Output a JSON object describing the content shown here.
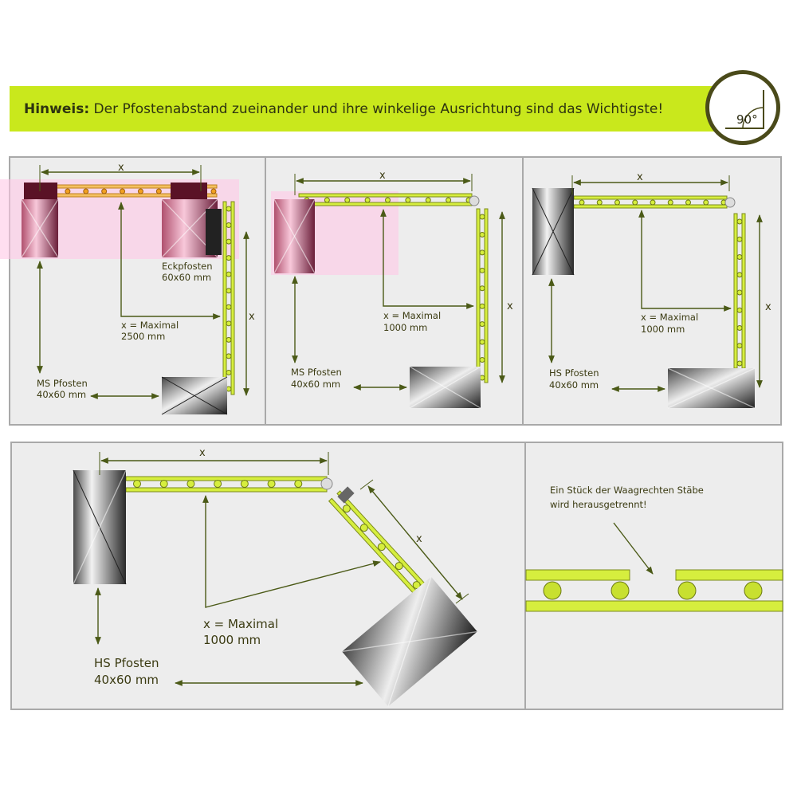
{
  "header": {
    "hint_label": "Hinweis:",
    "hint_text": " Der Pfostenabstand zueinander und ihre winkelige Ausrichtung sind das Wichtigste!",
    "angle_badge": "90°",
    "accent_color": "#c9e81c",
    "badge_border_color": "#4a4a1a"
  },
  "panels": [
    {
      "dim_top": "x",
      "dim_side": "x",
      "corner_label": "Eckpfosten",
      "corner_size": "60x60 mm",
      "max_label": "x = Maximal",
      "max_value": "2500 mm",
      "post_label": "MS Pfosten",
      "post_size": "40x60 mm"
    },
    {
      "dim_top": "x",
      "dim_side": "x",
      "max_label": "x = Maximal",
      "max_value": "1000 mm",
      "post_label": "MS Pfosten",
      "post_size": "40x60 mm"
    },
    {
      "dim_top": "x",
      "dim_side": "x",
      "max_label": "x = Maximal",
      "max_value": "1000 mm",
      "post_label": "HS Pfosten",
      "post_size": "40x60 mm"
    },
    {
      "dim_top": "x",
      "dim_side": "x",
      "max_label": "x = Maximal",
      "max_value": "1000 mm",
      "post_label": "HS Pfosten",
      "post_size": "40x60 mm"
    },
    {
      "note_line1": "Ein Stück der Waagrechten Stäbe",
      "note_line2": "wird herausgetrennt!"
    }
  ]
}
